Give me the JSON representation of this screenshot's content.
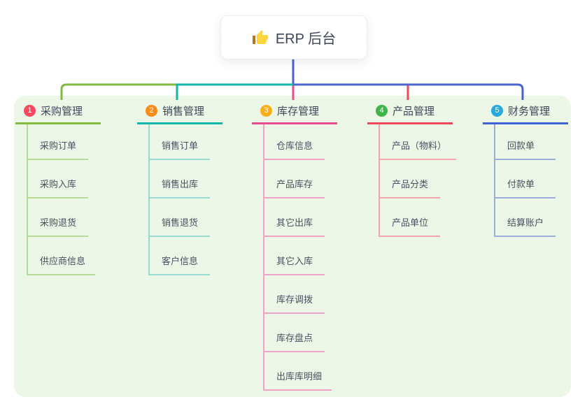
{
  "root": {
    "title": "ERP 后台",
    "icon": "thumbs-up"
  },
  "palette": {
    "stem_blue": "#4a63cf",
    "bus_green": "#82bb3f",
    "bus_teal": "#12b7a9",
    "bus_blue": "#4a63cf",
    "drop_magenta": "#ea4c92",
    "drop_red": "#f0485a",
    "panel_bg": "#edf7e8"
  },
  "branches": [
    {
      "badge": "1",
      "label": "采购管理",
      "line": "#82bb3f",
      "light": "#b5db97",
      "badge_color": "#f5495e",
      "children": [
        "采购订单",
        "采购入库",
        "采购退货",
        "供应商信息"
      ]
    },
    {
      "badge": "2",
      "label": "销售管理",
      "line": "#12b7a9",
      "light": "#99dbd3",
      "badge_color": "#fa8c16",
      "children": [
        "销售订单",
        "销售出库",
        "销售退货",
        "客户信息"
      ]
    },
    {
      "badge": "3",
      "label": "库存管理",
      "line": "#ea4c92",
      "light": "#f2a2c7",
      "badge_color": "#fbae17",
      "children": [
        "仓库信息",
        "产品库存",
        "其它出库",
        "其它入库",
        "库存调拨",
        "库存盘点",
        "出库库明细"
      ]
    },
    {
      "badge": "4",
      "label": "产品管理",
      "line": "#f0485a",
      "light": "#f5a5ac",
      "badge_color": "#3eb449",
      "children": [
        "产品（物料）",
        "产品分类",
        "产品单位"
      ]
    },
    {
      "badge": "5",
      "label": "财务管理",
      "line": "#3e63d2",
      "light": "#9badde",
      "badge_color": "#29a8dd",
      "children": [
        "回款单",
        "付款单",
        "结算账户"
      ]
    }
  ]
}
